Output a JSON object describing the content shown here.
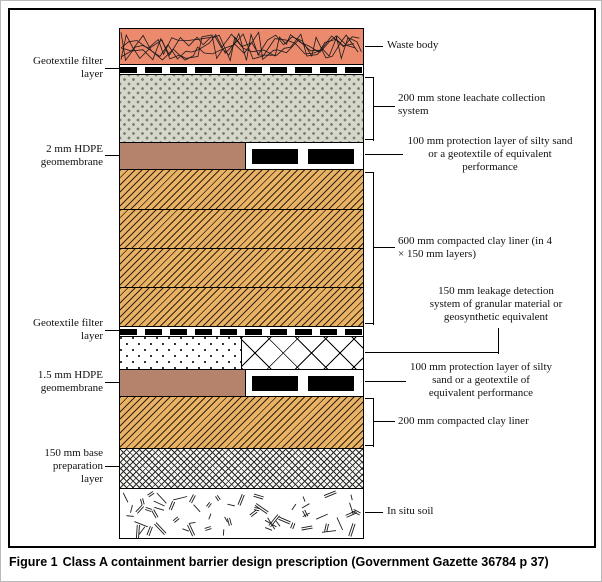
{
  "palette": {
    "waste": "#ec8a6e",
    "geomembrane": "#b5836b",
    "stone": "#d6d7cb",
    "stone_dot": "#7f8073",
    "clay": "#eab264",
    "hatch": "#2f2412",
    "ink": "#000000"
  },
  "left_labels": [
    {
      "id": "geotextile-filter-top",
      "text": "Geotextile filter layer"
    },
    {
      "id": "geomembrane-2mm",
      "text": "2 mm HDPE geomembrane"
    },
    {
      "id": "geotextile-filter-bottom",
      "text": "Geotextile filter layer"
    },
    {
      "id": "geomembrane-1-5mm",
      "text": "1.5 mm HDPE geomembrane"
    },
    {
      "id": "base-preparation",
      "text": "150 mm base preparation layer"
    }
  ],
  "right_labels": [
    {
      "id": "waste-body",
      "text": "Waste body"
    },
    {
      "id": "leachate-collection",
      "text": "200 mm stone leachate collection system"
    },
    {
      "id": "protection-layer-1",
      "text": "100 mm protection layer of silty sand or a geotextile of equivalent performance"
    },
    {
      "id": "clay-liner-600",
      "text": "600 mm compacted clay liner (in 4 × 150 mm layers)"
    },
    {
      "id": "leakage-detection",
      "text": "150 mm leakage detection system of granular material or geosynthetic equivalent"
    },
    {
      "id": "protection-layer-2",
      "text": "100 mm protection layer of silty sand or a geotextile of equivalent performance"
    },
    {
      "id": "clay-liner-200",
      "text": "200 mm compacted clay liner"
    },
    {
      "id": "in-situ-soil",
      "text": "In situ soil"
    }
  ],
  "caption": {
    "label": "Figure 1",
    "text": "Class A containment barrier design prescription (Government Gazette 36784 p 37)"
  }
}
